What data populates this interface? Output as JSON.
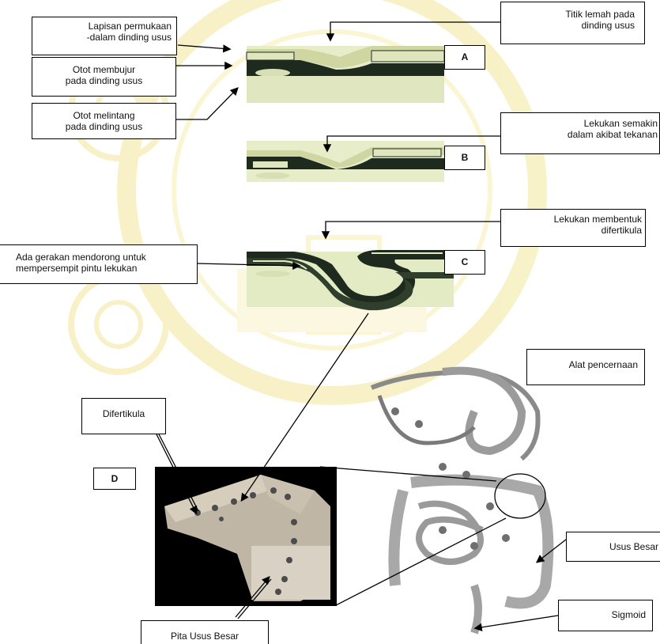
{
  "labels": {
    "lapisan": [
      "Lapisan permukaan",
      "-dalam dinding usus"
    ],
    "otot_membujur": [
      "Otot membujur",
      "pada dinding usus"
    ],
    "otot_melintang": [
      "Otot melintang",
      "pada dinding usus"
    ],
    "titik_lemah": [
      "Titik lemah pada",
      "dinding usus"
    ],
    "lekukan_semakin": [
      "Lekukan semakin",
      "dalam akibat tekanan"
    ],
    "lekukan_membentuk": [
      "Lekukan membentuk",
      "difertikula"
    ],
    "ada_gerakan": [
      "Ada gerakan  mendorong  untuk",
      "mempersempit pintu lekukan"
    ],
    "alat_pencernaan": "Alat pencernaan",
    "difertikula": "Difertikula",
    "usus_besar": "Usus Besar",
    "sigmoid": "Sigmoid",
    "pita_usus_besar": "Pita Usus Besar"
  },
  "panels": {
    "a": "A",
    "b": "B",
    "c": "C",
    "d": "D"
  },
  "colors": {
    "lumen": "#e4ebc4",
    "mucosa": "#c9d29c",
    "muscle_dark": "#1f2a1f",
    "muscle_band": "#2f3f2b",
    "background_tint": "#f6efb8"
  }
}
